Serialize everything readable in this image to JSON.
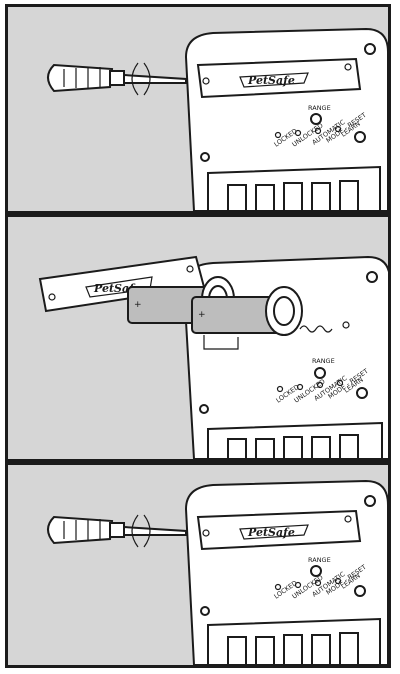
{
  "brand_logo": "PetSafe",
  "colors": {
    "panel_bg": "#d6d6d6",
    "ink": "#1b1b1b",
    "battery": "#bdbdbd"
  },
  "indicators": {
    "range": "RANGE",
    "locked": "LOCKED",
    "unlocked": "UNLOCKED",
    "automatic": "AUTOMATIC",
    "mode_reset": "MODE - RESET",
    "learn": "LEARN"
  },
  "battery": {
    "plus": "+"
  },
  "steps": [
    {
      "name": "remove-cover-screw"
    },
    {
      "name": "insert-batteries"
    },
    {
      "name": "replace-cover-screw"
    }
  ]
}
